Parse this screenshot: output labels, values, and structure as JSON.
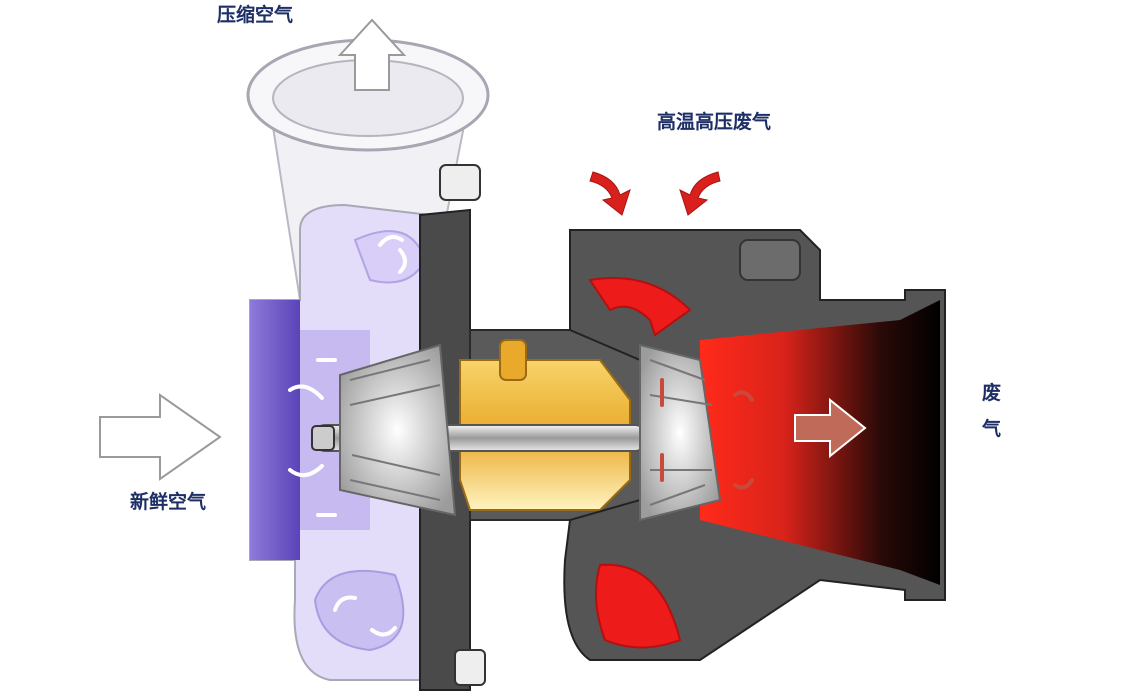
{
  "labels": {
    "compressed_air": "压缩空气",
    "hot_exhaust": "高温高压废气",
    "fresh_air": "新鲜空气",
    "exhaust_char1": "废",
    "exhaust_char2": "气"
  },
  "colors": {
    "label_text": "#1d2f66",
    "compressor_purple": "#6f58c9",
    "compressor_light": "#c9bff0",
    "turbine_red": "#ee1b1b",
    "housing_dark": "#4a4a4a",
    "bearing_gold": "#e9a92a"
  }
}
